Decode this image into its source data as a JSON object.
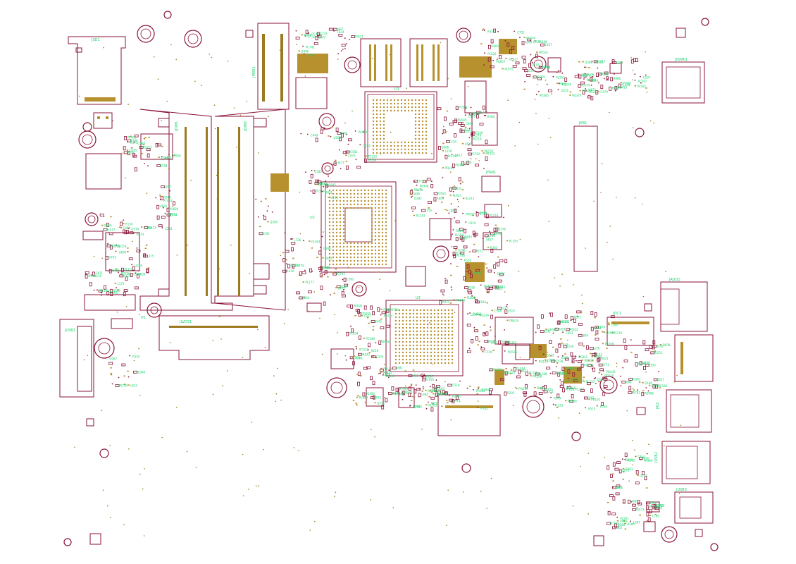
{
  "board": {
    "background": "#ffffff",
    "colors": {
      "outline": "#8a1538",
      "pad": "#b8912f",
      "label": "#12d46a"
    }
  },
  "components": {
    "dimm_slot_a": "JDIM1",
    "dimm_slot_b": "JDIM2",
    "mini_pcie": "JMINI1",
    "sd_card": "JSD1",
    "cpu": "U1",
    "pch": "U2",
    "gpu": "U3",
    "battery_conn": "JBAT1",
    "usb_left": "JUSB1",
    "usb_right_a": "JUSB2",
    "usb_right_b": "JUSB3",
    "hdmi": "JHDMI1",
    "rj45": "JRJ1",
    "audio": "JAUD1",
    "power_jack": "JDC1",
    "lvds": "JLVDS1",
    "fan": "JFAN1",
    "keyboard": "JKB1",
    "mounting_hole": "H1"
  }
}
